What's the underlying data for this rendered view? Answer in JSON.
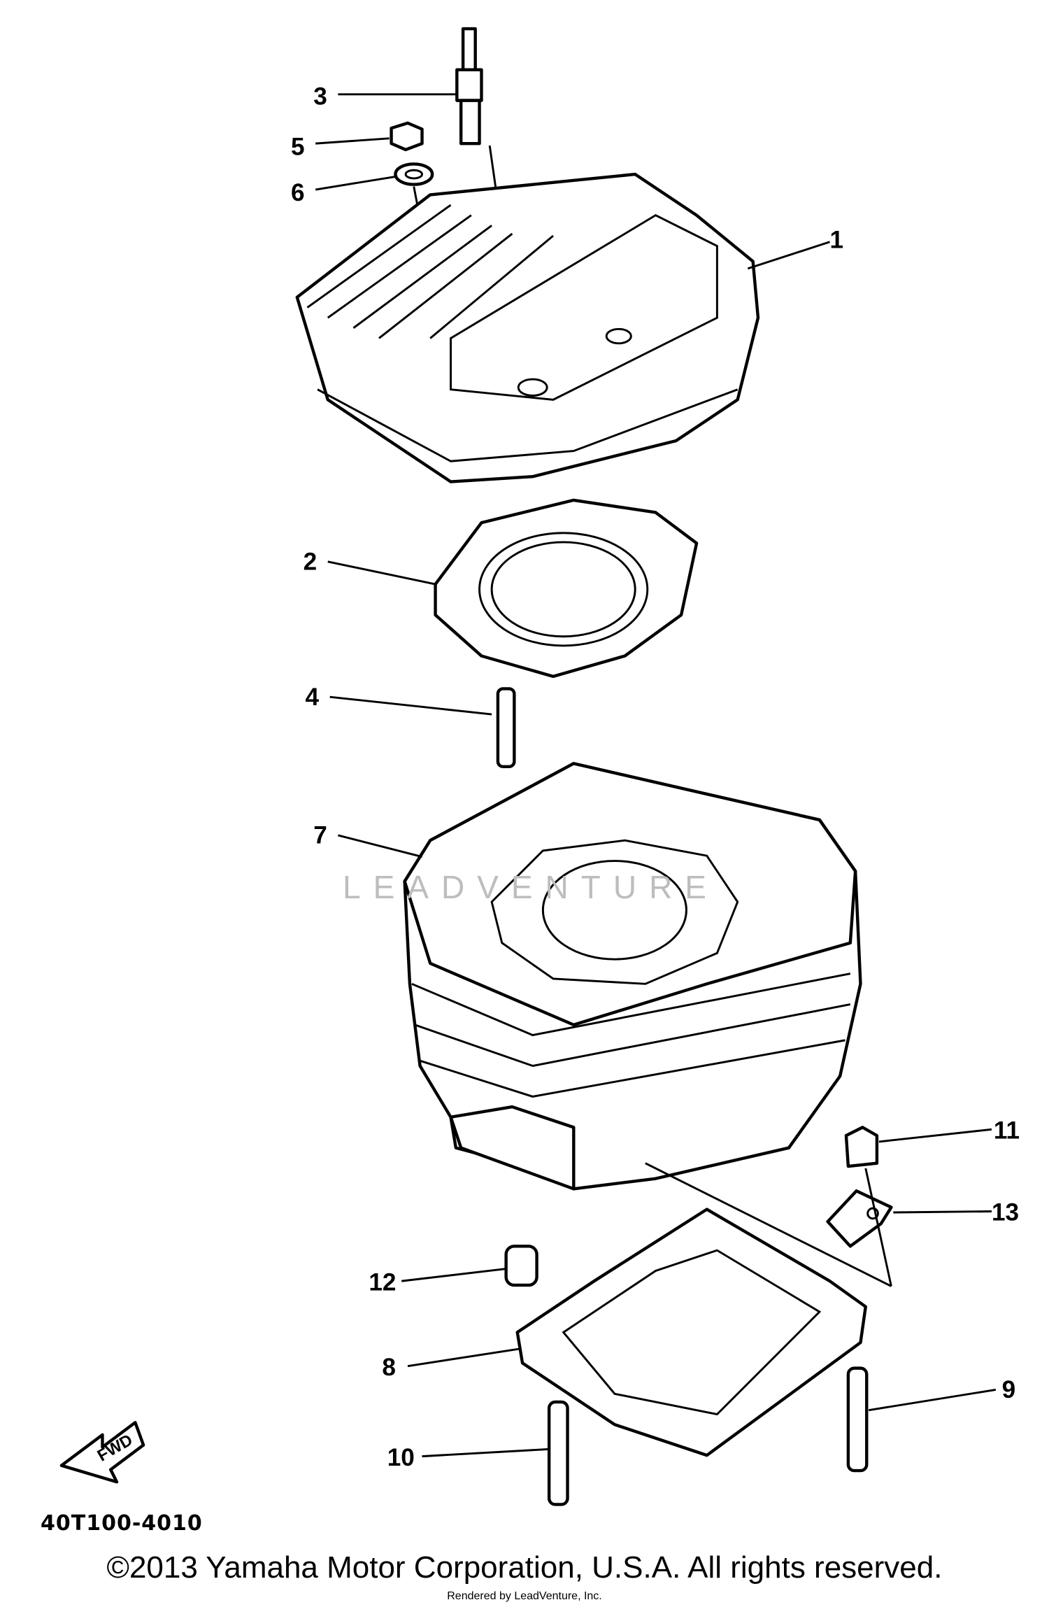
{
  "diagram": {
    "callouts": [
      "1",
      "2",
      "3",
      "4",
      "5",
      "6",
      "7",
      "8",
      "9",
      "10",
      "11",
      "12",
      "13"
    ],
    "fwd_label": "FWD",
    "diagram_code": "40T100-4010",
    "watermark": "LEADVENTURE",
    "copyright": "©2013 Yamaha Motor Corporation, U.S.A. All rights reserved.",
    "rendered_by": "Rendered by LeadVenture, Inc."
  }
}
